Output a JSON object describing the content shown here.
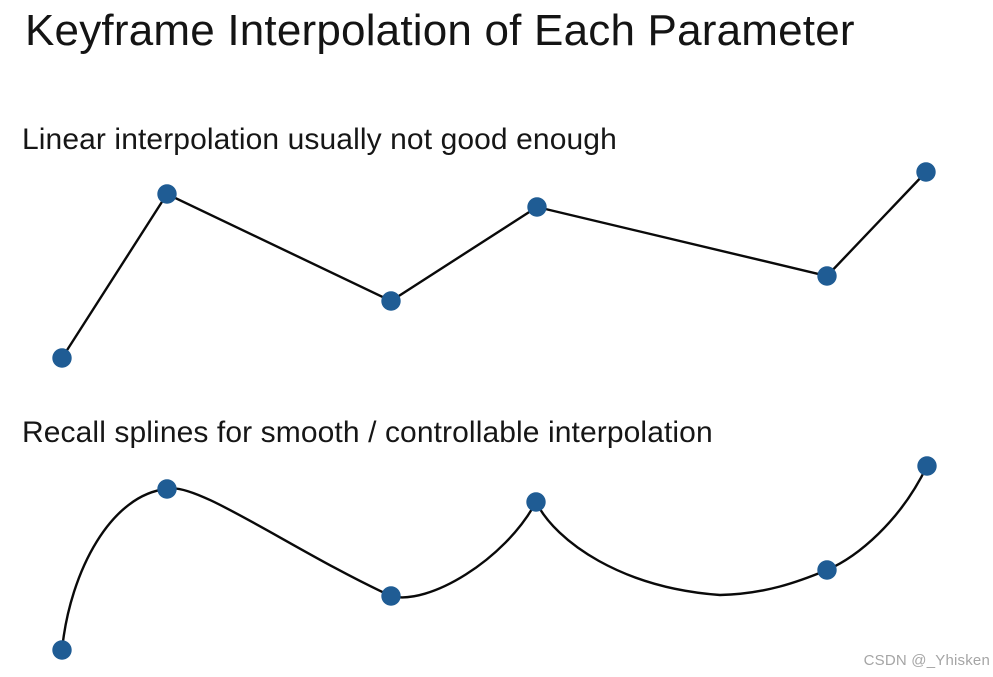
{
  "slide": {
    "title": "Keyframe Interpolation of Each Parameter"
  },
  "sections": {
    "linear": {
      "label": "Linear interpolation usually not good enough"
    },
    "spline": {
      "label": "Recall splines for smooth / controllable interpolation"
    }
  },
  "watermark": {
    "text": "CSDN @_Yhisken",
    "color": "#a5a5a5"
  },
  "style": {
    "background": "#ffffff",
    "text_color": "#141414",
    "line_color": "#0a0a0a",
    "dot_color": "#1f5c94",
    "dot_radius": 9.7,
    "line_width": 2.4
  },
  "chart_data": [
    {
      "id": "linear",
      "type": "line",
      "interpolation": "linear",
      "title": "Linear interpolation usually not good enough",
      "axes": false,
      "points": [
        [
          62,
          358
        ],
        [
          167,
          194
        ],
        [
          391,
          301
        ],
        [
          537,
          207
        ],
        [
          827,
          276
        ],
        [
          926,
          172
        ]
      ]
    },
    {
      "id": "spline",
      "type": "line",
      "interpolation": "spline",
      "title": "Recall splines for smooth / controllable interpolation",
      "axes": false,
      "points": [
        [
          62,
          650
        ],
        [
          167,
          489
        ],
        [
          391,
          596
        ],
        [
          536,
          502
        ],
        [
          827,
          570
        ],
        [
          927,
          466
        ]
      ],
      "spline_segments": [
        [
          70,
          570,
          112,
          494,
          167,
          489
        ],
        [
          195,
          480,
          295,
          552,
          391,
          596
        ],
        [
          428,
          606,
          505,
          560,
          536,
          502
        ],
        [
          556,
          542,
          622,
          588,
          720,
          595
        ],
        [
          765,
          594,
          798,
          582,
          827,
          570
        ],
        [
          857,
          557,
          900,
          522,
          927,
          466
        ]
      ]
    }
  ]
}
